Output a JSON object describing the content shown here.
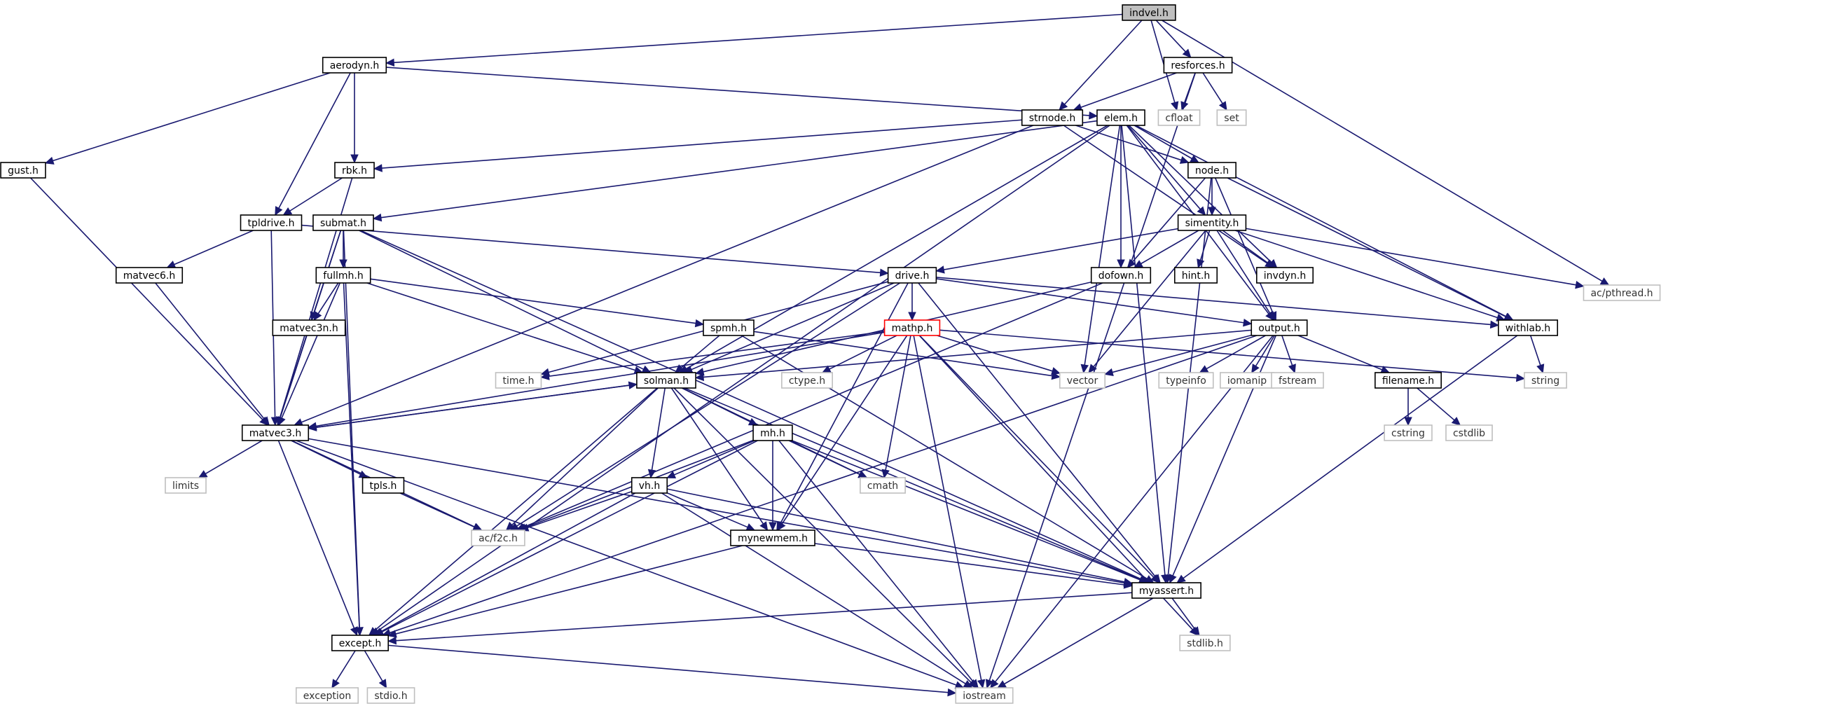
{
  "title": "",
  "colors": {
    "edge": "#191970",
    "project_border": "#000000",
    "system_border": "#bfbfbf",
    "incomplete_border": "#ff0000",
    "root_fill": "#bfbfbf",
    "node_fill": "#ffffff"
  },
  "nodes": [
    {
      "id": "indvel",
      "label": "indvel.h",
      "kind": "root"
    },
    {
      "id": "aerodyn",
      "label": "aerodyn.h",
      "kind": "project"
    },
    {
      "id": "resforces",
      "label": "resforces.h",
      "kind": "project"
    },
    {
      "id": "strnode",
      "label": "strnode.h",
      "kind": "project"
    },
    {
      "id": "elem",
      "label": "elem.h",
      "kind": "project"
    },
    {
      "id": "cfloat",
      "label": "cfloat",
      "kind": "system"
    },
    {
      "id": "set",
      "label": "set",
      "kind": "system"
    },
    {
      "id": "gust",
      "label": "gust.h",
      "kind": "project"
    },
    {
      "id": "rbk",
      "label": "rbk.h",
      "kind": "project"
    },
    {
      "id": "node",
      "label": "node.h",
      "kind": "project"
    },
    {
      "id": "tpldrive",
      "label": "tpldrive.h",
      "kind": "project"
    },
    {
      "id": "submat",
      "label": "submat.h",
      "kind": "project"
    },
    {
      "id": "simentity",
      "label": "simentity.h",
      "kind": "project"
    },
    {
      "id": "matvec6",
      "label": "matvec6.h",
      "kind": "project"
    },
    {
      "id": "fullmh",
      "label": "fullmh.h",
      "kind": "project"
    },
    {
      "id": "drive",
      "label": "drive.h",
      "kind": "project"
    },
    {
      "id": "dofown",
      "label": "dofown.h",
      "kind": "project"
    },
    {
      "id": "hint",
      "label": "hint.h",
      "kind": "project"
    },
    {
      "id": "invdyn",
      "label": "invdyn.h",
      "kind": "project"
    },
    {
      "id": "acpthread",
      "label": "ac/pthread.h",
      "kind": "system"
    },
    {
      "id": "matvec3n",
      "label": "matvec3n.h",
      "kind": "project"
    },
    {
      "id": "spmh",
      "label": "spmh.h",
      "kind": "project"
    },
    {
      "id": "mathp",
      "label": "mathp.h",
      "kind": "incomplete"
    },
    {
      "id": "output",
      "label": "output.h",
      "kind": "project"
    },
    {
      "id": "withlab",
      "label": "withlab.h",
      "kind": "project"
    },
    {
      "id": "timeh",
      "label": "time.h",
      "kind": "system"
    },
    {
      "id": "ctype",
      "label": "ctype.h",
      "kind": "system"
    },
    {
      "id": "vector",
      "label": "vector",
      "kind": "system"
    },
    {
      "id": "typeinfo",
      "label": "typeinfo",
      "kind": "system"
    },
    {
      "id": "iomanip",
      "label": "iomanip",
      "kind": "system"
    },
    {
      "id": "fstream",
      "label": "fstream",
      "kind": "system"
    },
    {
      "id": "string",
      "label": "string",
      "kind": "system"
    },
    {
      "id": "solman",
      "label": "solman.h",
      "kind": "project"
    },
    {
      "id": "filename",
      "label": "filename.h",
      "kind": "project"
    },
    {
      "id": "matvec3",
      "label": "matvec3.h",
      "kind": "project"
    },
    {
      "id": "mh",
      "label": "mh.h",
      "kind": "project"
    },
    {
      "id": "cstring",
      "label": "cstring",
      "kind": "system"
    },
    {
      "id": "cstdlib",
      "label": "cstdlib",
      "kind": "system"
    },
    {
      "id": "limits",
      "label": "limits",
      "kind": "system"
    },
    {
      "id": "tpls",
      "label": "tpls.h",
      "kind": "project"
    },
    {
      "id": "cmath",
      "label": "cmath",
      "kind": "system"
    },
    {
      "id": "vh",
      "label": "vh.h",
      "kind": "project"
    },
    {
      "id": "acf2c",
      "label": "ac/f2c.h",
      "kind": "system"
    },
    {
      "id": "mynewmem",
      "label": "mynewmem.h",
      "kind": "project"
    },
    {
      "id": "myassert",
      "label": "myassert.h",
      "kind": "project"
    },
    {
      "id": "except",
      "label": "except.h",
      "kind": "project"
    },
    {
      "id": "stdlib",
      "label": "stdlib.h",
      "kind": "system"
    },
    {
      "id": "exception",
      "label": "exception",
      "kind": "system"
    },
    {
      "id": "stdio",
      "label": "stdio.h",
      "kind": "system"
    },
    {
      "id": "iostream",
      "label": "iostream",
      "kind": "system"
    }
  ],
  "edges": [
    [
      "indvel",
      "aerodyn"
    ],
    [
      "indvel",
      "resforces"
    ],
    [
      "indvel",
      "strnode"
    ],
    [
      "indvel",
      "cfloat"
    ],
    [
      "indvel",
      "acpthread"
    ],
    [
      "aerodyn",
      "elem"
    ],
    [
      "aerodyn",
      "gust"
    ],
    [
      "aerodyn",
      "rbk"
    ],
    [
      "aerodyn",
      "tpldrive"
    ],
    [
      "resforces",
      "strnode"
    ],
    [
      "resforces",
      "cfloat"
    ],
    [
      "resforces",
      "set"
    ],
    [
      "resforces",
      "iostream"
    ],
    [
      "strnode",
      "rbk"
    ],
    [
      "strnode",
      "node"
    ],
    [
      "strnode",
      "invdyn"
    ],
    [
      "strnode",
      "matvec3"
    ],
    [
      "elem",
      "node"
    ],
    [
      "elem",
      "simentity"
    ],
    [
      "elem",
      "dofown"
    ],
    [
      "elem",
      "invdyn"
    ],
    [
      "elem",
      "withlab"
    ],
    [
      "elem",
      "output"
    ],
    [
      "elem",
      "submat"
    ],
    [
      "elem",
      "solman"
    ],
    [
      "elem",
      "vector"
    ],
    [
      "elem",
      "except"
    ],
    [
      "elem",
      "myassert"
    ],
    [
      "gust",
      "matvec3"
    ],
    [
      "rbk",
      "tpldrive"
    ],
    [
      "rbk",
      "matvec3"
    ],
    [
      "node",
      "simentity"
    ],
    [
      "node",
      "dofown"
    ],
    [
      "node",
      "output"
    ],
    [
      "node",
      "withlab"
    ],
    [
      "node",
      "myassert"
    ],
    [
      "tpldrive",
      "matvec6"
    ],
    [
      "tpldrive",
      "drive"
    ],
    [
      "tpldrive",
      "matvec3"
    ],
    [
      "submat",
      "fullmh"
    ],
    [
      "submat",
      "matvec3n"
    ],
    [
      "submat",
      "matvec3"
    ],
    [
      "submat",
      "solman"
    ],
    [
      "submat",
      "except"
    ],
    [
      "submat",
      "myassert"
    ],
    [
      "simentity",
      "drive"
    ],
    [
      "simentity",
      "dofown"
    ],
    [
      "simentity",
      "hint"
    ],
    [
      "simentity",
      "invdyn"
    ],
    [
      "simentity",
      "output"
    ],
    [
      "simentity",
      "withlab"
    ],
    [
      "simentity",
      "vector"
    ],
    [
      "simentity",
      "acpthread"
    ],
    [
      "matvec6",
      "matvec3"
    ],
    [
      "fullmh",
      "matvec3n"
    ],
    [
      "fullmh",
      "spmh"
    ],
    [
      "fullmh",
      "solman"
    ],
    [
      "fullmh",
      "matvec3"
    ],
    [
      "fullmh",
      "except"
    ],
    [
      "drive",
      "mathp"
    ],
    [
      "drive",
      "output"
    ],
    [
      "drive",
      "withlab"
    ],
    [
      "drive",
      "solman"
    ],
    [
      "drive",
      "timeh"
    ],
    [
      "drive",
      "acf2c"
    ],
    [
      "drive",
      "mynewmem"
    ],
    [
      "drive",
      "myassert"
    ],
    [
      "dofown",
      "solman"
    ],
    [
      "dofown",
      "acf2c"
    ],
    [
      "matvec3n",
      "matvec3"
    ],
    [
      "spmh",
      "solman"
    ],
    [
      "spmh",
      "vector"
    ],
    [
      "spmh",
      "myassert"
    ],
    [
      "mathp",
      "timeh"
    ],
    [
      "mathp",
      "ctype"
    ],
    [
      "mathp",
      "vector"
    ],
    [
      "mathp",
      "string"
    ],
    [
      "mathp",
      "cmath"
    ],
    [
      "mathp",
      "matvec3"
    ],
    [
      "mathp",
      "mynewmem"
    ],
    [
      "mathp",
      "iostream"
    ],
    [
      "mathp",
      "myassert"
    ],
    [
      "mathp",
      "stdlib"
    ],
    [
      "output",
      "vector"
    ],
    [
      "output",
      "typeinfo"
    ],
    [
      "output",
      "iomanip"
    ],
    [
      "output",
      "fstream"
    ],
    [
      "output",
      "filename"
    ],
    [
      "output",
      "solman"
    ],
    [
      "output",
      "except"
    ],
    [
      "output",
      "myassert"
    ],
    [
      "output",
      "iostream"
    ],
    [
      "withlab",
      "string"
    ],
    [
      "withlab",
      "myassert"
    ],
    [
      "solman",
      "matvec3"
    ],
    [
      "solman",
      "mh"
    ],
    [
      "solman",
      "vh"
    ],
    [
      "solman",
      "cmath"
    ],
    [
      "solman",
      "mynewmem"
    ],
    [
      "solman",
      "acf2c"
    ],
    [
      "solman",
      "except"
    ],
    [
      "solman",
      "myassert"
    ],
    [
      "solman",
      "iostream"
    ],
    [
      "filename",
      "cstring"
    ],
    [
      "filename",
      "cstdlib"
    ],
    [
      "matvec3",
      "solman"
    ],
    [
      "matvec3",
      "limits"
    ],
    [
      "matvec3",
      "tpls"
    ],
    [
      "matvec3",
      "acf2c"
    ],
    [
      "matvec3",
      "except"
    ],
    [
      "matvec3",
      "myassert"
    ],
    [
      "matvec3",
      "iostream"
    ],
    [
      "mh",
      "vh"
    ],
    [
      "mh",
      "cmath"
    ],
    [
      "mh",
      "mynewmem"
    ],
    [
      "mh",
      "acf2c"
    ],
    [
      "mh",
      "except"
    ],
    [
      "mh",
      "myassert"
    ],
    [
      "mh",
      "iostream"
    ],
    [
      "tpls",
      "acf2c"
    ],
    [
      "vh",
      "mynewmem"
    ],
    [
      "vh",
      "acf2c"
    ],
    [
      "vh",
      "except"
    ],
    [
      "vh",
      "myassert"
    ],
    [
      "vh",
      "iostream"
    ],
    [
      "mynewmem",
      "except"
    ],
    [
      "mynewmem",
      "myassert"
    ],
    [
      "myassert",
      "except"
    ],
    [
      "myassert",
      "stdlib"
    ],
    [
      "myassert",
      "iostream"
    ],
    [
      "except",
      "exception"
    ],
    [
      "except",
      "stdio"
    ],
    [
      "except",
      "iostream"
    ]
  ]
}
